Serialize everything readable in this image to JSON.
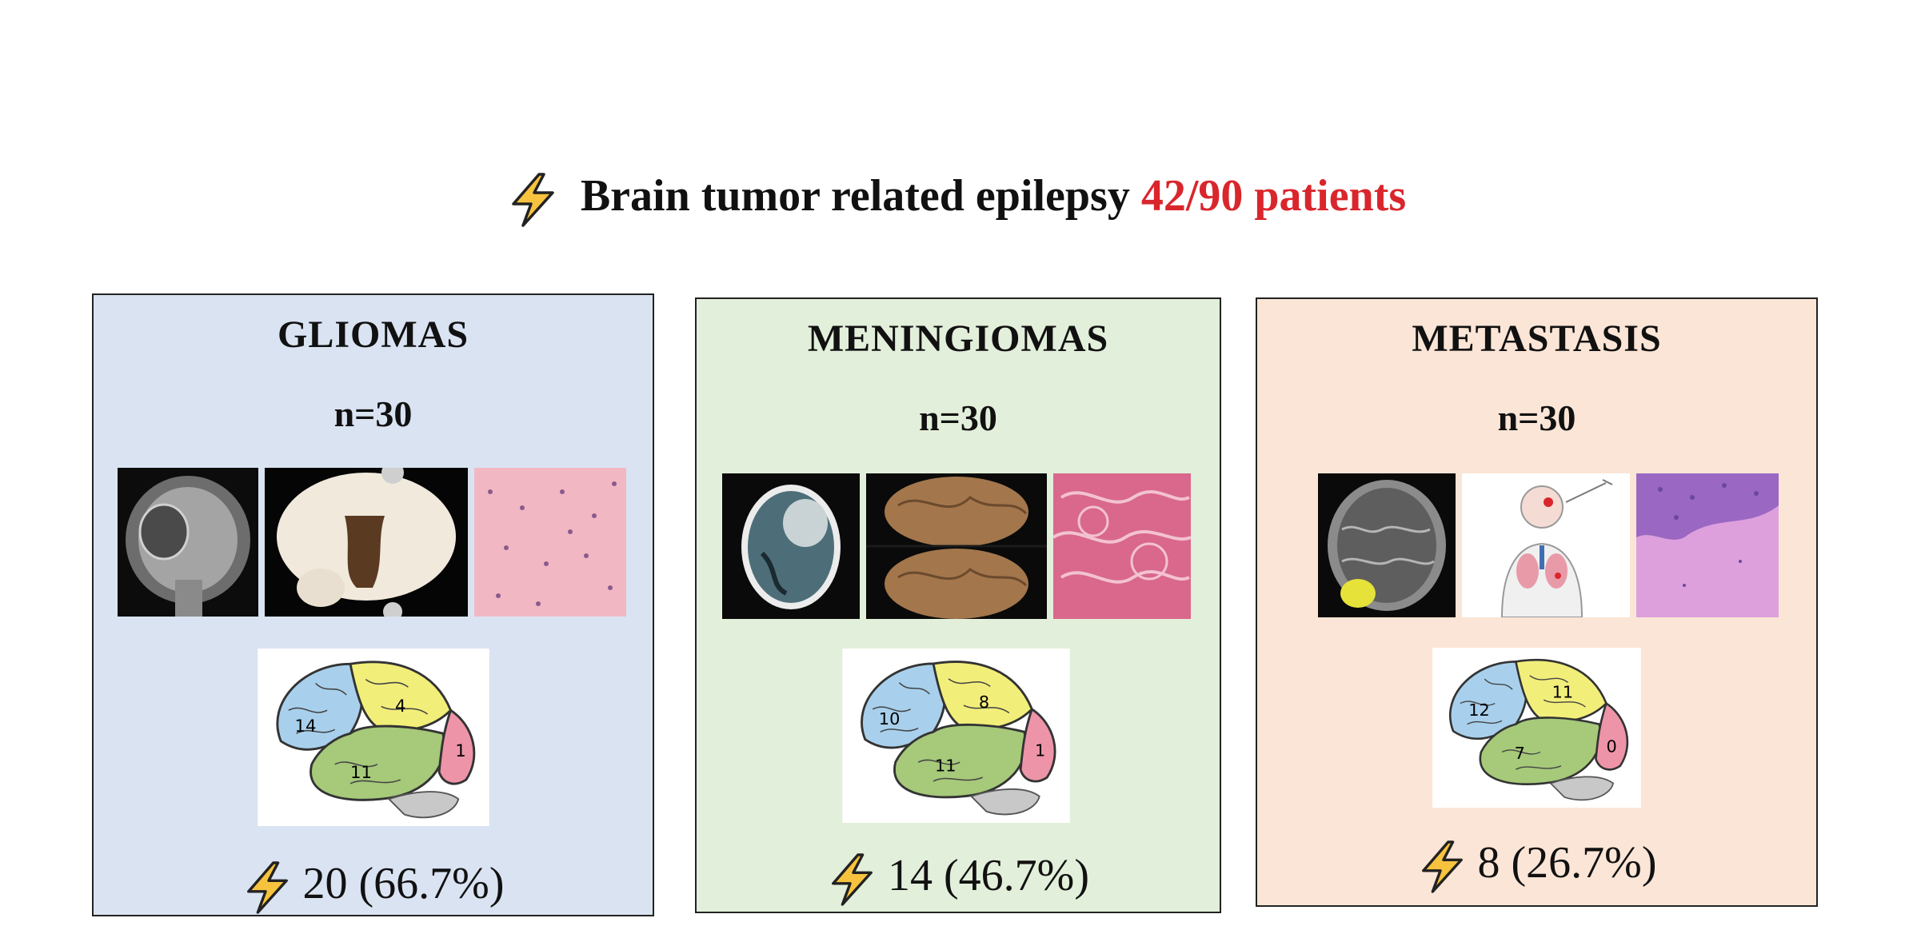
{
  "headline": {
    "text": "Brain tumor related epilepsy",
    "highlight": "42/90 patients",
    "highlight_color": "#d9262c",
    "icon": "lightning-bolt-icon"
  },
  "panels": [
    {
      "title": "GLIOMAS",
      "n": "n=30",
      "background": "#dae3f2",
      "images": [
        "coronal-mri-scan",
        "brain-specimen-section",
        "histology-slide"
      ],
      "brain_counts": {
        "frontal": "14",
        "parietal": "4",
        "temporal": "11",
        "occipital": "1"
      },
      "epilepsy": "20 (66.7%)"
    },
    {
      "title": "MENINGIOMAS",
      "n": "n=30",
      "background": "#e2efda",
      "images": [
        "axial-ct-scan",
        "resected-tumor-photo",
        "histology-slide"
      ],
      "brain_counts": {
        "frontal": "10",
        "parietal": "8",
        "temporal": "11",
        "occipital": "1"
      },
      "epilepsy": "14 (46.7%)"
    },
    {
      "title": "METASTASIS",
      "n": "n=30",
      "background": "#fbe5d6",
      "images": [
        "axial-mri-scan",
        "body-metastasis-illustration",
        "histology-slide"
      ],
      "brain_counts": {
        "frontal": "12",
        "parietal": "11",
        "temporal": "7",
        "occipital": "0"
      },
      "epilepsy": "8 (26.7%)"
    }
  ]
}
